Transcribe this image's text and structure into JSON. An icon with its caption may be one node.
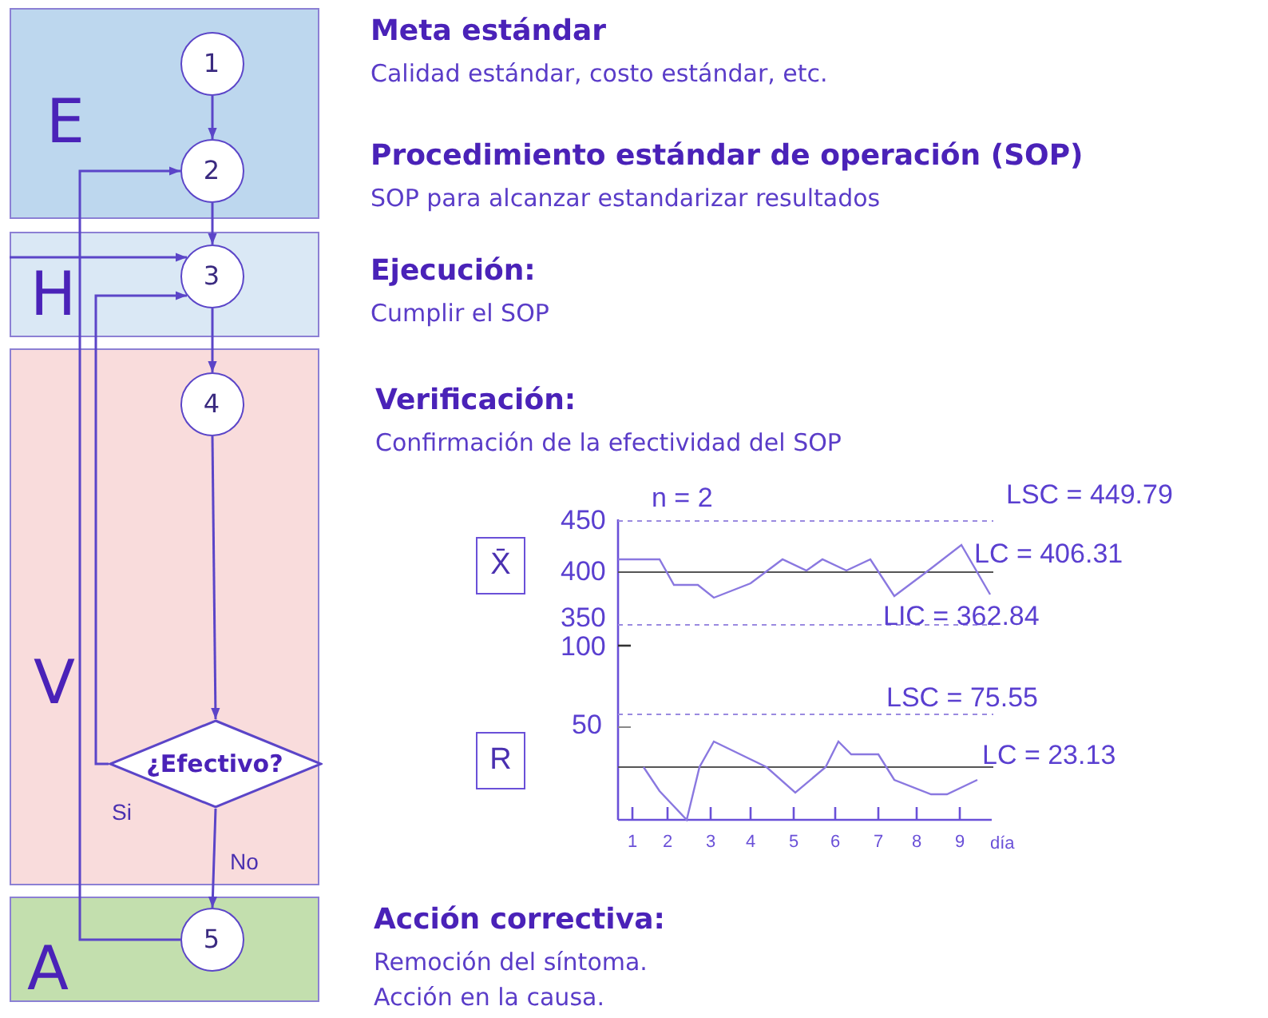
{
  "diagram": {
    "nodes": [
      {
        "text": [
          "E"
        ]
      },
      {
        "text": [
          "1"
        ],
        "in": 0
      },
      {
        "text": [
          "2"
        ],
        "in": 0
      },
      {
        "text": [
          "H"
        ]
      },
      {
        "text": [
          "3"
        ],
        "in": 3
      },
      {
        "text": [
          "V"
        ]
      },
      {
        "text": [
          "4"
        ],
        "in": 5
      },
      {
        "text": [
          "¿Efectivo?"
        ],
        "in": 5
      },
      {
        "text": [
          "A"
        ]
      },
      {
        "text": [
          "5"
        ],
        "in": 8
      },
      {
        "text": [
          "X̄"
        ]
      },
      {
        "text": [
          "R"
        ]
      }
    ],
    "edges": [
      {
        "from": 1,
        "to": 2,
        "arrow": "to"
      },
      {
        "from": 2,
        "to": 4,
        "arrow": "to"
      },
      {
        "from": 3,
        "to": 4,
        "arrow": "to"
      },
      {
        "from": 4,
        "to": 6,
        "arrow": "to"
      },
      {
        "from": 6,
        "to": 7,
        "arrow": "to"
      },
      {
        "from": 7,
        "to": 4,
        "arrow": "to",
        "label": "Si"
      },
      {
        "from": 7,
        "to": 9,
        "arrow": "to",
        "label": "No"
      },
      {
        "from": 9,
        "to": 2,
        "arrow": "to"
      }
    ],
    "labels": [
      "Meta estándar",
      "Calidad estándar, costo estándar, etc.",
      "Procedimiento estándar de operación (SOP)",
      "SOP para alcanzar estandarizar resultados",
      "Ejecución:",
      "Cumplir el SOP",
      "Verificación:",
      "Confirmación de la efectividad del SOP",
      "n = 2",
      "LSC = 449.79",
      "450",
      "LC = 406.31",
      "400",
      "350",
      "LIC = 362.84",
      "100",
      "LSC = 75.55",
      "50",
      "LC = 23.13",
      "1",
      "2",
      "3",
      "4",
      "5",
      "6",
      "7",
      "8",
      "9",
      "día",
      "Acción correctiva:",
      "Remoción del síntoma.",
      "Acción en la causa."
    ]
  }
}
